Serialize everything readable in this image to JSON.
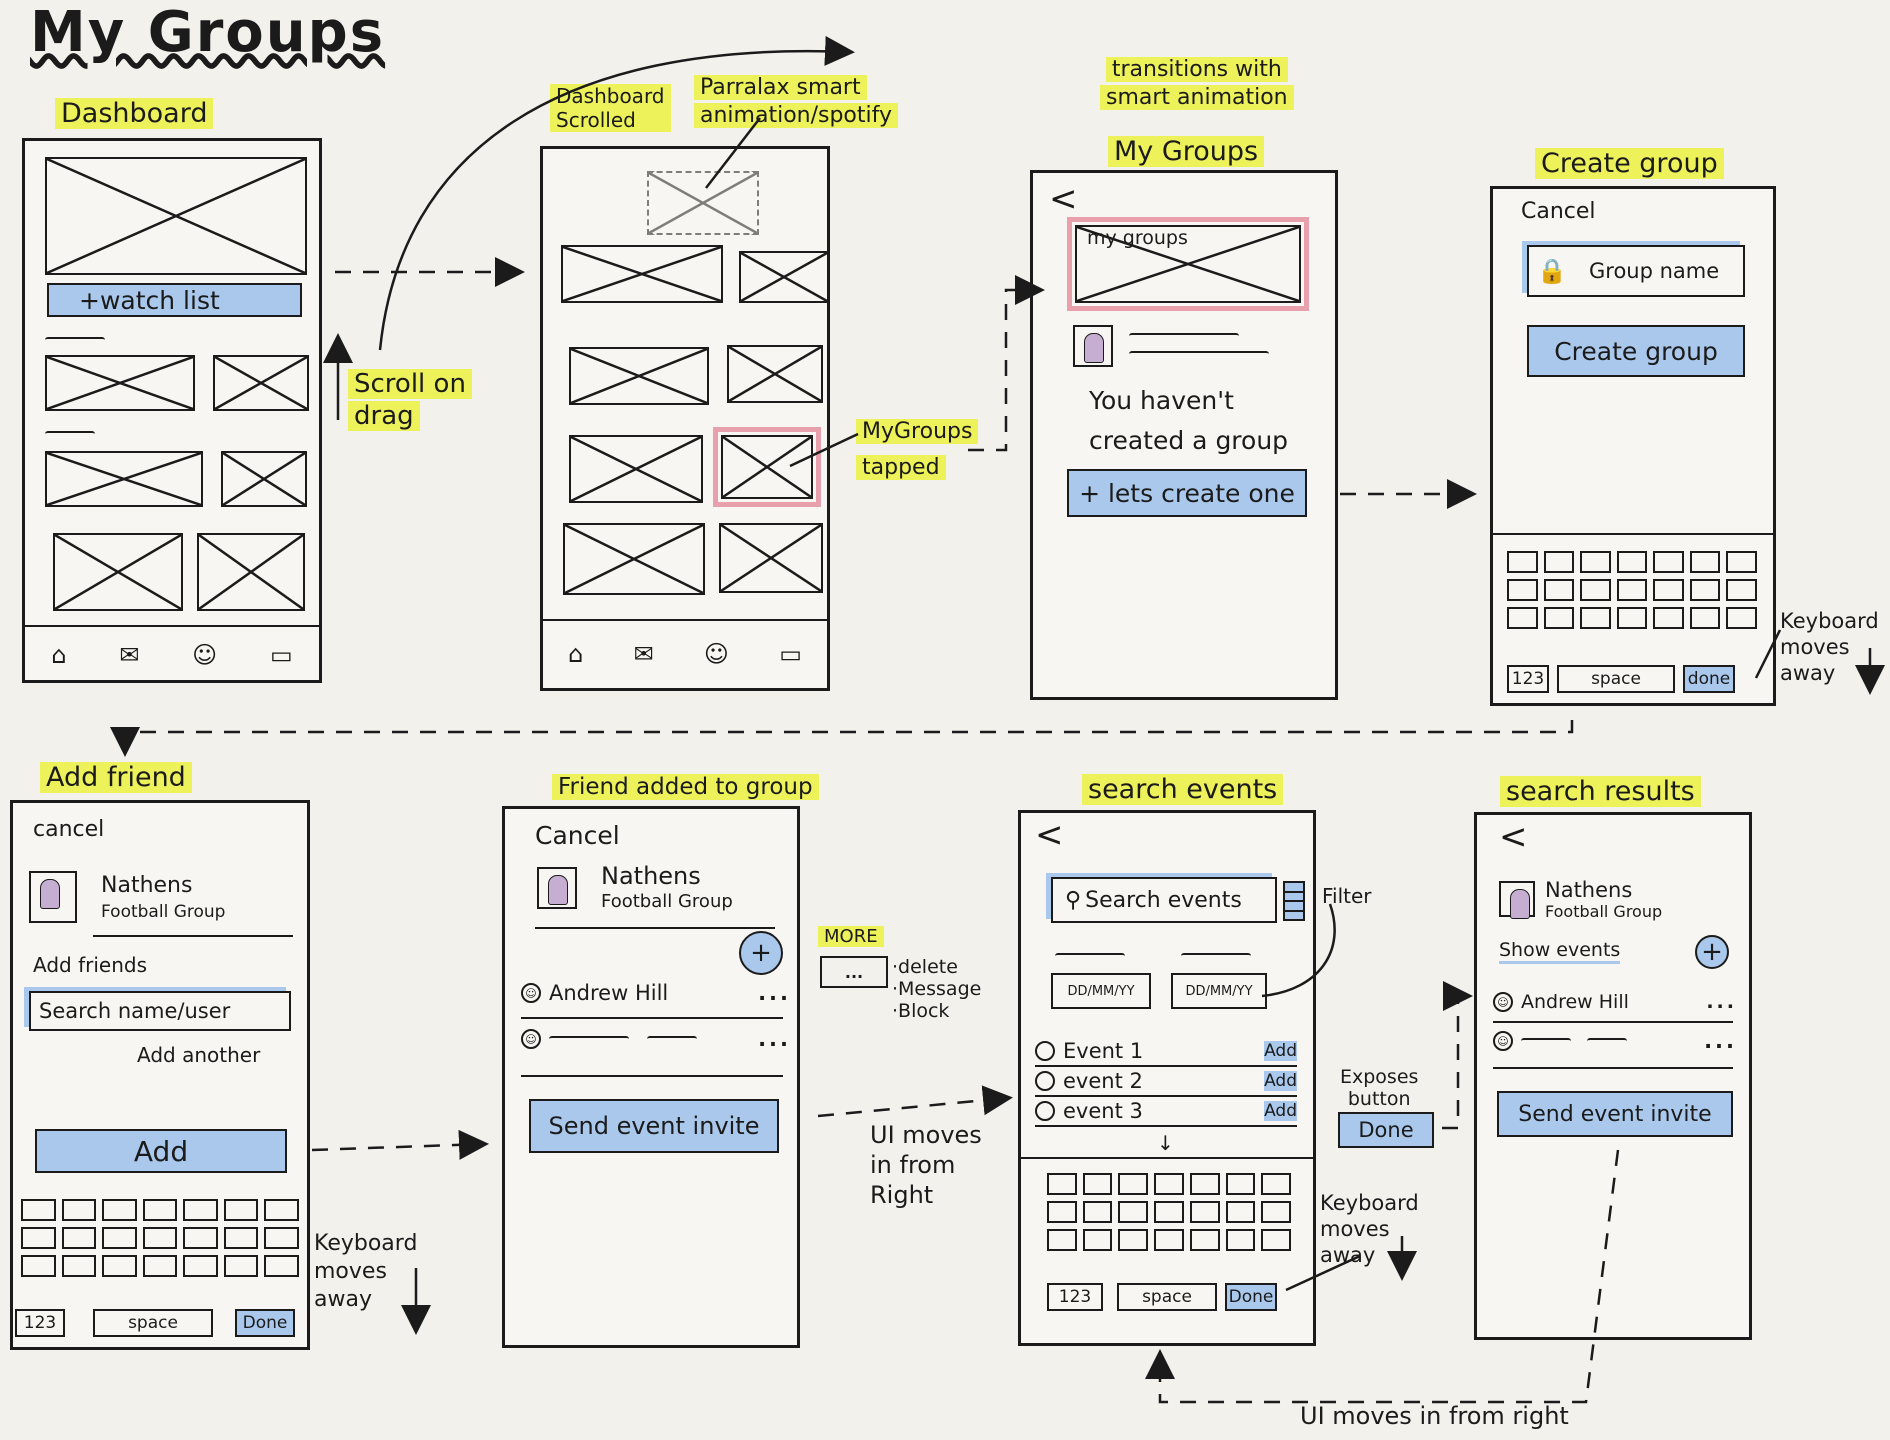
{
  "page_title": "My Groups",
  "screens": {
    "dashboard": {
      "label": "Dashboard",
      "watch_list": "+watch list",
      "nav_icons": [
        "home-icon",
        "chat-icon",
        "people-icon",
        "message-icon"
      ]
    },
    "dashboard_scrolled": {
      "label_line1": "Dashboard",
      "label_line2": "Scrolled"
    },
    "my_groups": {
      "label": "My Groups",
      "back": "<",
      "banner_title": "my groups",
      "empty_line1": "You haven't",
      "empty_line2": "created a group",
      "create_btn": "+ lets create one"
    },
    "create_group": {
      "label": "Create group",
      "cancel": "Cancel",
      "name_field": "Group name",
      "create_btn": "Create group",
      "key_123": "123",
      "key_space": "space",
      "key_done": "done"
    },
    "add_friend": {
      "label": "Add friend",
      "cancel": "cancel",
      "group_line1": "Nathens",
      "group_line2": "Football Group",
      "add_friends": "Add friends",
      "search_placeholder": "Search name/user",
      "add_another": "Add another",
      "add_btn": "Add",
      "key_123": "123",
      "key_space": "space",
      "key_done": "Done"
    },
    "friend_added": {
      "label": "Friend added to group",
      "cancel": "Cancel",
      "group_line1": "Nathens",
      "group_line2": "Football Group",
      "member1": "Andrew Hill",
      "member_more": "...",
      "invite_btn": "Send event invite"
    },
    "search_events": {
      "label": "search events",
      "back": "<",
      "search_placeholder": "Search events",
      "date1": "DD/MM/YY",
      "date2": "DD/MM/YY",
      "events": [
        {
          "name": "Event 1",
          "action": "Add"
        },
        {
          "name": "event 2",
          "action": "Add"
        },
        {
          "name": "event 3",
          "action": "Add"
        }
      ],
      "key_123": "123",
      "key_space": "space",
      "key_done": "Done"
    },
    "search_results": {
      "label": "search results",
      "back": "<",
      "group_line1": "Nathens",
      "group_line2": "Football Group",
      "show_events": "Show events",
      "member1": "Andrew Hill",
      "member_more": "...",
      "invite_btn": "Send event invite"
    }
  },
  "annotations": {
    "parallax1": "Parralax smart",
    "parallax2": "animation/spotify",
    "transitions1": "transitions with",
    "transitions2": "smart animation",
    "scroll1": "Scroll on",
    "scroll2": "drag",
    "tapped1": "MyGroups",
    "tapped2": "tapped",
    "kb1": "Keyboard",
    "kb2": "moves",
    "kb3": "away",
    "more": "MORE",
    "more_dots": "...",
    "more_items": [
      "·delete",
      "·Message",
      "·Block"
    ],
    "filter": "Filter",
    "ui_right1": "UI moves",
    "ui_right2": "in from",
    "ui_right3": "Right",
    "exposes1": "Exposes",
    "exposes2": "button",
    "exposed_done": "Done",
    "kb_b1": "Keyboard",
    "kb_b2": "moves",
    "kb_b3": "away",
    "kb_c1": "Keyboard",
    "kb_c2": "moves",
    "kb_c3": "away",
    "ui_bottom": "UI moves in from right"
  }
}
